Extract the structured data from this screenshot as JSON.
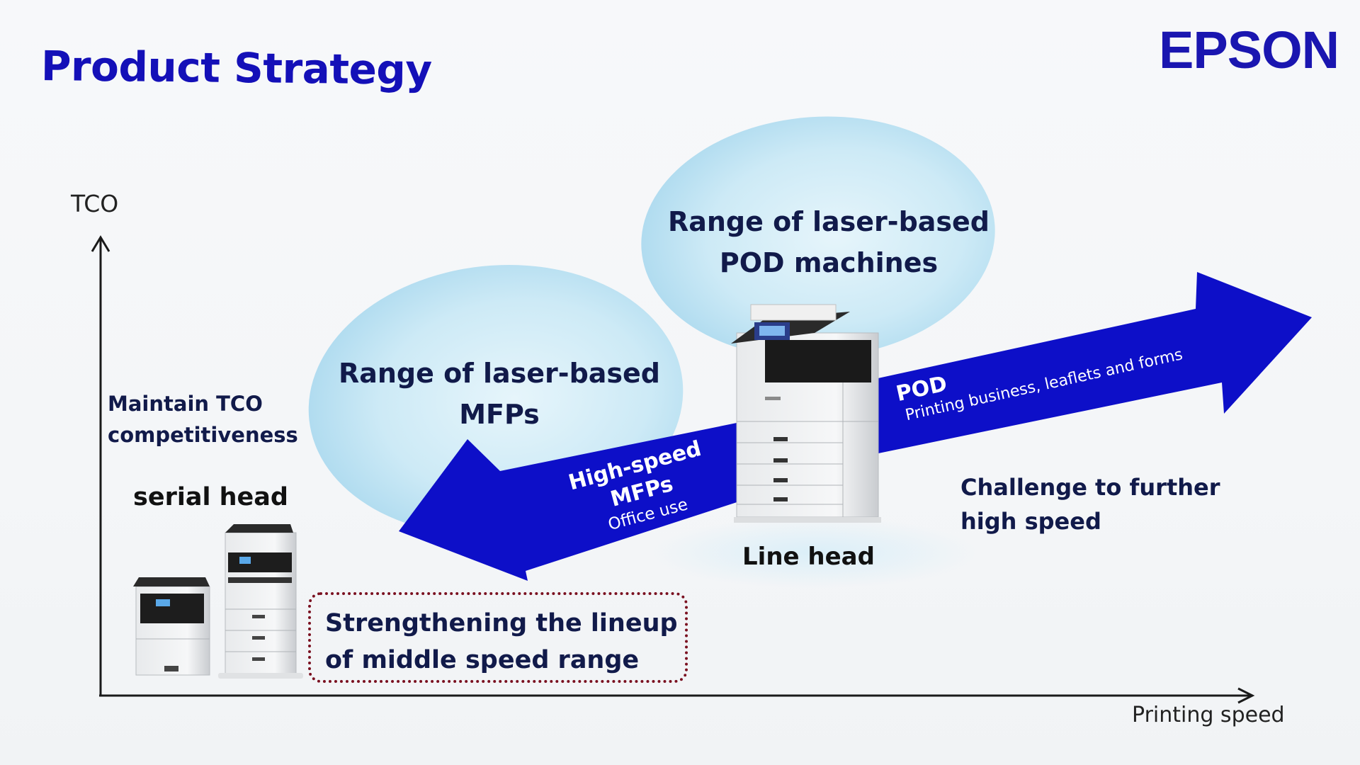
{
  "slide": {
    "title": "Product Strategy",
    "logo": "EPSON",
    "colors": {
      "title_blue": "#1410b8",
      "arrow_blue": "#0d0fc8",
      "bubble": "#bfe4f3",
      "text_dark": "#111a4a",
      "dotted_border": "#7a1020"
    }
  },
  "axes": {
    "y_label": "TCO",
    "x_label": "Printing speed"
  },
  "labels": {
    "maintain_line1": "Maintain TCO",
    "maintain_line2": "competitiveness",
    "serial_head": "serial head",
    "line_head": "Line head",
    "challenge_line1": "Challenge to further",
    "challenge_line2": "high speed"
  },
  "bubbles": {
    "mfp": {
      "line1": "Range of laser-based",
      "line2": "MFPs"
    },
    "pod": {
      "line1": "Range of laser-based",
      "line2": "POD machines"
    }
  },
  "arrows": {
    "left": {
      "title": "High-speed MFPs",
      "subtitle": "Office use",
      "direction": "left"
    },
    "right": {
      "title": "POD",
      "subtitle": "Printing business, leaflets and forms",
      "direction": "right"
    }
  },
  "callout": {
    "line1": "Strengthening the lineup",
    "line2": "of middle speed range"
  },
  "images": {
    "serial_printers": "printer-icon",
    "line_head_printer": "printer-icon"
  }
}
